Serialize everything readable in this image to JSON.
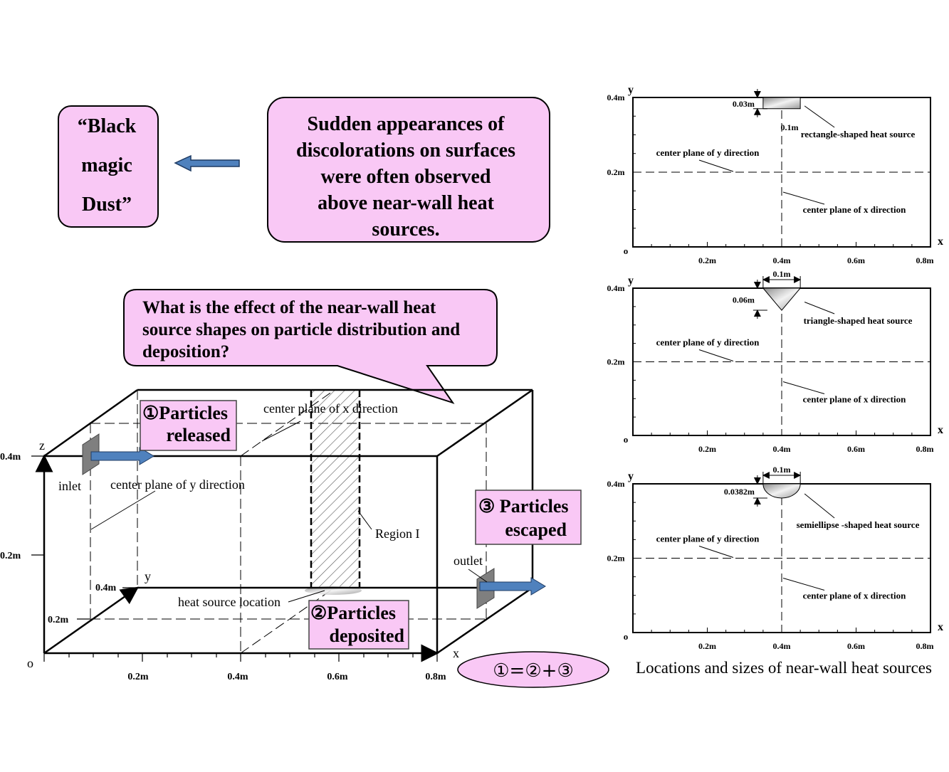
{
  "colors": {
    "pink_fill": "#f9c8f5",
    "arrow_blue": "#4f81bd",
    "plate_gray": "#7f7f7f"
  },
  "black_magic": {
    "line1": "“Black",
    "line2": "magic",
    "line3": "Dust”"
  },
  "observation": {
    "line1": "Sudden appearances of",
    "line2": "discolorations on surfaces",
    "line3": "were often observed",
    "line4": "above near-wall heat",
    "line5": "sources."
  },
  "question": {
    "line1": "What is the effect of the near-wall heat",
    "line2": "source shapes on particle distribution and",
    "line3": "deposition?"
  },
  "room": {
    "axis_z": "z",
    "axis_y": "y",
    "axis_x": "x",
    "origin": "o",
    "z_tick_04": "0.4m",
    "z_tick_02": "0.2m",
    "y_tick_04": "0.4m",
    "y_tick_02": "0.2m",
    "x_ticks": [
      "0.2m",
      "0.4m",
      "0.6m",
      "0.8m"
    ],
    "inlet": "inlet",
    "outlet": "outlet",
    "center_plane_x": "center plane of x direction",
    "center_plane_y": "center plane of y direction",
    "region": "Region I",
    "heat_source_location": "heat source location"
  },
  "boxes": {
    "released_line1": "①Particles",
    "released_line2": "released",
    "escaped_line1": "③ Particles",
    "escaped_line2": "escaped",
    "deposited_line1": "②Particles",
    "deposited_line2": "deposited"
  },
  "balance_equation": "①=②+③",
  "panels": {
    "axis_y": "y",
    "axis_x": "x",
    "origin": "o",
    "y_ticks": [
      "0.4m",
      "0.2m"
    ],
    "x_ticks": [
      "0.2m",
      "0.4m",
      "0.6m",
      "0.8m"
    ],
    "center_plane_y": "center plane of y direction",
    "center_plane_x": "center plane of x direction",
    "rectangle": {
      "height": "0.03m",
      "width": "0.1m",
      "label": "rectangle-shaped heat source"
    },
    "triangle": {
      "height": "0.06m",
      "width": "0.1m",
      "label": "triangle-shaped heat source"
    },
    "semiellipse": {
      "height": "0.0382m",
      "width": "0.1m",
      "label": "semiellipse -shaped heat source"
    }
  },
  "caption": "Locations and sizes of near-wall heat sources"
}
